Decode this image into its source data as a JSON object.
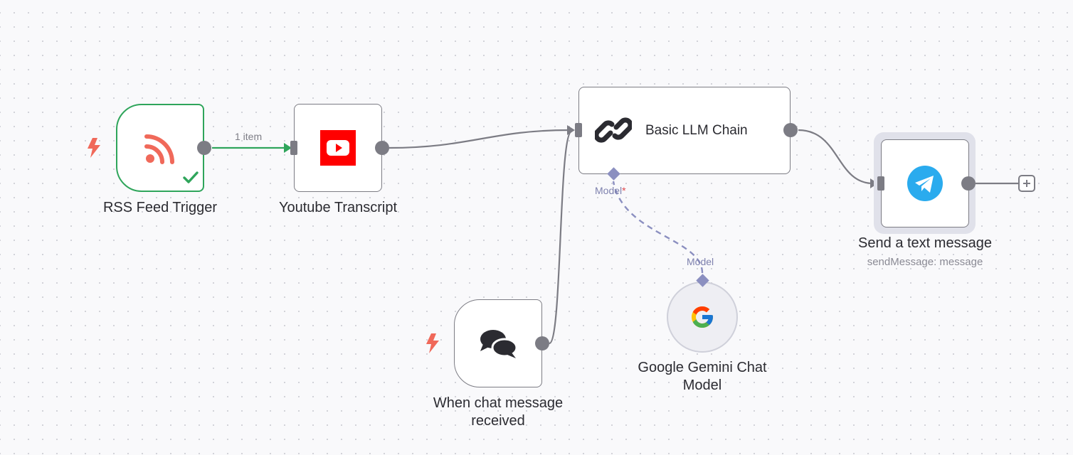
{
  "nodes": {
    "rss": {
      "name": "RSS Feed Trigger"
    },
    "youtube": {
      "name": "Youtube Transcript"
    },
    "llm": {
      "name": "Basic LLM Chain",
      "model_input_label": "Model",
      "required_mark": "*"
    },
    "telegram": {
      "name": "Send a text message",
      "subtitle": "sendMessage: message"
    },
    "chat": {
      "name_line1": "When chat message",
      "name_line2": "received"
    },
    "gemini": {
      "name_line1": "Google Gemini Chat",
      "name_line2": "Model",
      "model_output_label": "Model"
    }
  },
  "connections": {
    "rss_to_youtube": {
      "label": "1 item"
    }
  },
  "colors": {
    "success": "#2fa55b",
    "trigger_bolt": "#f0695a",
    "rss": "#f0695a",
    "youtube": "#ff0000",
    "telegram": "#2aabee",
    "ai_port": "#8b8fc0"
  },
  "icons": {
    "rss": "rss-icon",
    "youtube": "youtube-icon",
    "llm": "chain-link-icon",
    "telegram": "telegram-icon",
    "chat": "chat-bubbles-icon",
    "gemini": "google-g-icon",
    "trigger": "lightning-bolt-icon",
    "success": "checkmark-icon",
    "add": "plus-icon"
  }
}
